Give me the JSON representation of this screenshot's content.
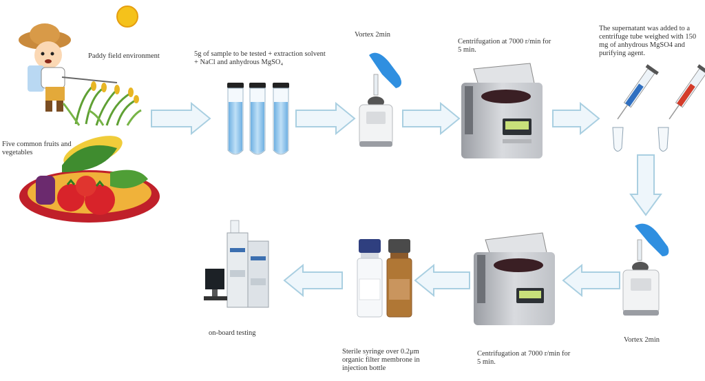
{
  "labels": {
    "paddy_field": "Paddy field environment",
    "fruits_vegetables": "Five common fruits and vegetables",
    "sample_prep": "5g of sample to be tested + extraction solvent + NaCl and anhydrous MgSO₄",
    "vortex_top": "Vortex 2min",
    "centrifuge_top": "Centrifugation at 7000 r/min for 5 min.",
    "supernatant": "The supernatant was added to a centrifuge tube weighed with 150 mg of anhydrous MgSO4 and purifying agent.",
    "vortex_bottom": "Vortex 2min",
    "centrifuge_bottom": "Centrifugation at 7000 r/min for 5 min.",
    "filter": "Sterile syringe over 0.2μm organic filter membrone in injection bottle",
    "onboard": "on-board testing"
  },
  "colors": {
    "arrow_fill": "#eef6fb",
    "arrow_stroke": "#a9cfe1",
    "tube_liquid": "#8ec4ea",
    "glove": "#2f8fe0",
    "sun": "#f5c21b",
    "tomato": "#d8232a",
    "plate": "#c0202a",
    "amber_vial": "#b07735",
    "vial_cap": "#2f3f7f"
  },
  "icons": [
    "farmer-icon",
    "sun-icon",
    "rice-plant-icon",
    "vegetable-plate-icon",
    "test-tubes-icon",
    "vortex-mixer-icon",
    "centrifuge-icon",
    "syringe-icon",
    "vial-icon",
    "hplc-instrument-icon"
  ]
}
